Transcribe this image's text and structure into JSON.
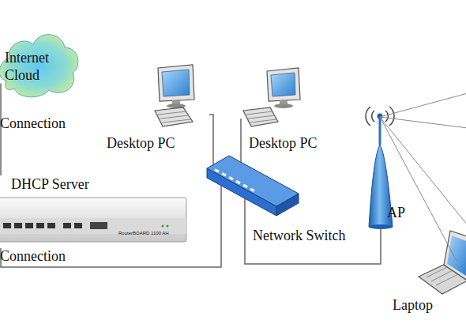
{
  "diagram": {
    "nodes": [
      {
        "text": [
          "Internet Cloud"
        ]
      },
      {
        "text": [
          "Desktop PC"
        ]
      },
      {
        "text": [
          "Desktop PC"
        ]
      },
      {
        "text": [
          "DHCP Server"
        ]
      },
      {
        "text": [
          "Network Switch"
        ]
      },
      {
        "text": [
          "AP"
        ]
      },
      {
        "text": [
          "Laptop"
        ]
      }
    ],
    "edges": [
      {
        "from": 0,
        "to": 3,
        "arrow": "none",
        "label": "Connection"
      },
      {
        "from": 3,
        "to": 4,
        "arrow": "none",
        "label": "Connection"
      },
      {
        "from": 4,
        "to": 1,
        "arrow": "none"
      },
      {
        "from": 4,
        "to": 2,
        "arrow": "none"
      },
      {
        "from": 4,
        "to": 5,
        "arrow": "none"
      },
      {
        "from": 5,
        "to": 6,
        "arrow": "none"
      }
    ],
    "labels": [
      "RouterBOARD 1100 AH"
    ]
  }
}
